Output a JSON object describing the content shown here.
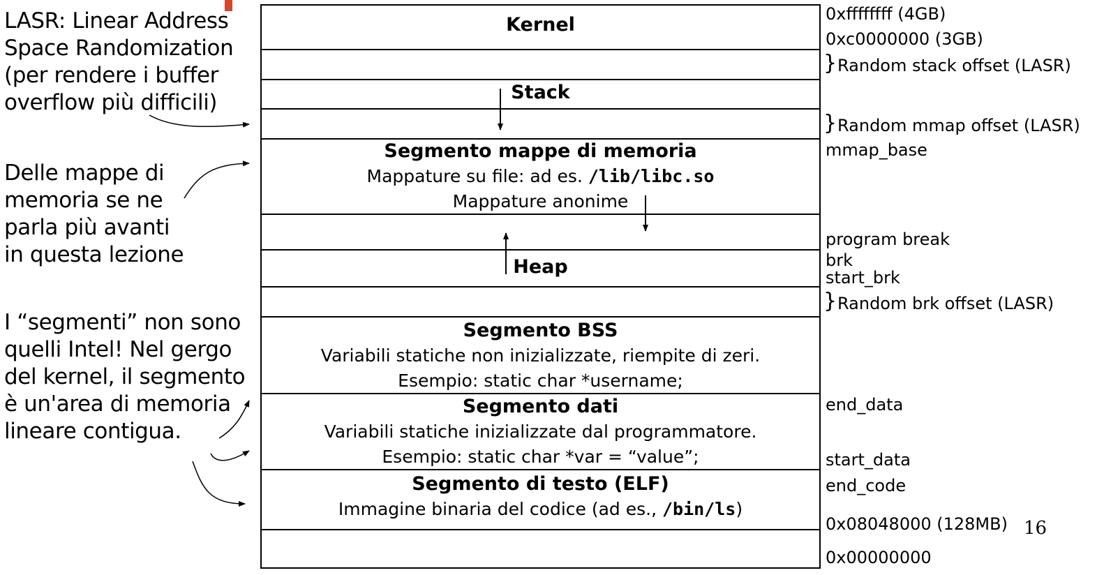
{
  "notes": {
    "lasr": "LASR: Linear Address\nSpace Randomization\n(per rendere i buffer\noverflow più difficili)",
    "mappe": "Delle mappe di\nmemoria se ne\nparla più avanti\nin questa lezione",
    "segmenti": "I “segmenti” non sono\nquelli Intel! Nel gergo\ndel kernel, il segmento\nè un'area di memoria\nlineare contigua."
  },
  "segments": {
    "kernel": {
      "title": "Kernel"
    },
    "stack": {
      "title": "Stack"
    },
    "mmap": {
      "title": "Segmento mappe di memoria",
      "line1_prefix": "Mappature su file: ad es. ",
      "line1_code": "/lib/libc.so",
      "line2": "Mappature anonime"
    },
    "heap": {
      "title": "Heap"
    },
    "bss": {
      "title": "Segmento BSS",
      "line1": "Variabili statiche non inizializzate, riempite di zeri.",
      "line2": "Esempio: static char *username;"
    },
    "data": {
      "title": "Segmento dati",
      "line1": "Variabili statiche inizializzate dal programmatore.",
      "line2": "Esempio: static char *var = “value”;"
    },
    "text": {
      "title": "Segmento di testo (ELF)",
      "line1_prefix": "Immagine binaria del codice (ad es., ",
      "line1_code": "/bin/ls",
      "line1_suffix": ")"
    }
  },
  "addresses": {
    "top": "0xffffffff (4GB)",
    "kernel_base": "0xc0000000 (3GB)",
    "stack_offset": "Random stack offset (LASR)",
    "mmap_offset": "Random mmap offset (LASR)",
    "mmap_base": "mmap_base",
    "program_break": "program break",
    "brk": "brk",
    "start_brk": "start_brk",
    "brk_offset": "Random brk offset (LASR)",
    "end_data": "end_data",
    "start_data": "start_data",
    "end_code": "end_code",
    "code_base": "0x08048000 (128MB)",
    "zero": "0x00000000"
  },
  "brace_glyph": "}",
  "page_number": "16",
  "colors": {
    "accent": "#d9452b",
    "line": "#000000"
  }
}
